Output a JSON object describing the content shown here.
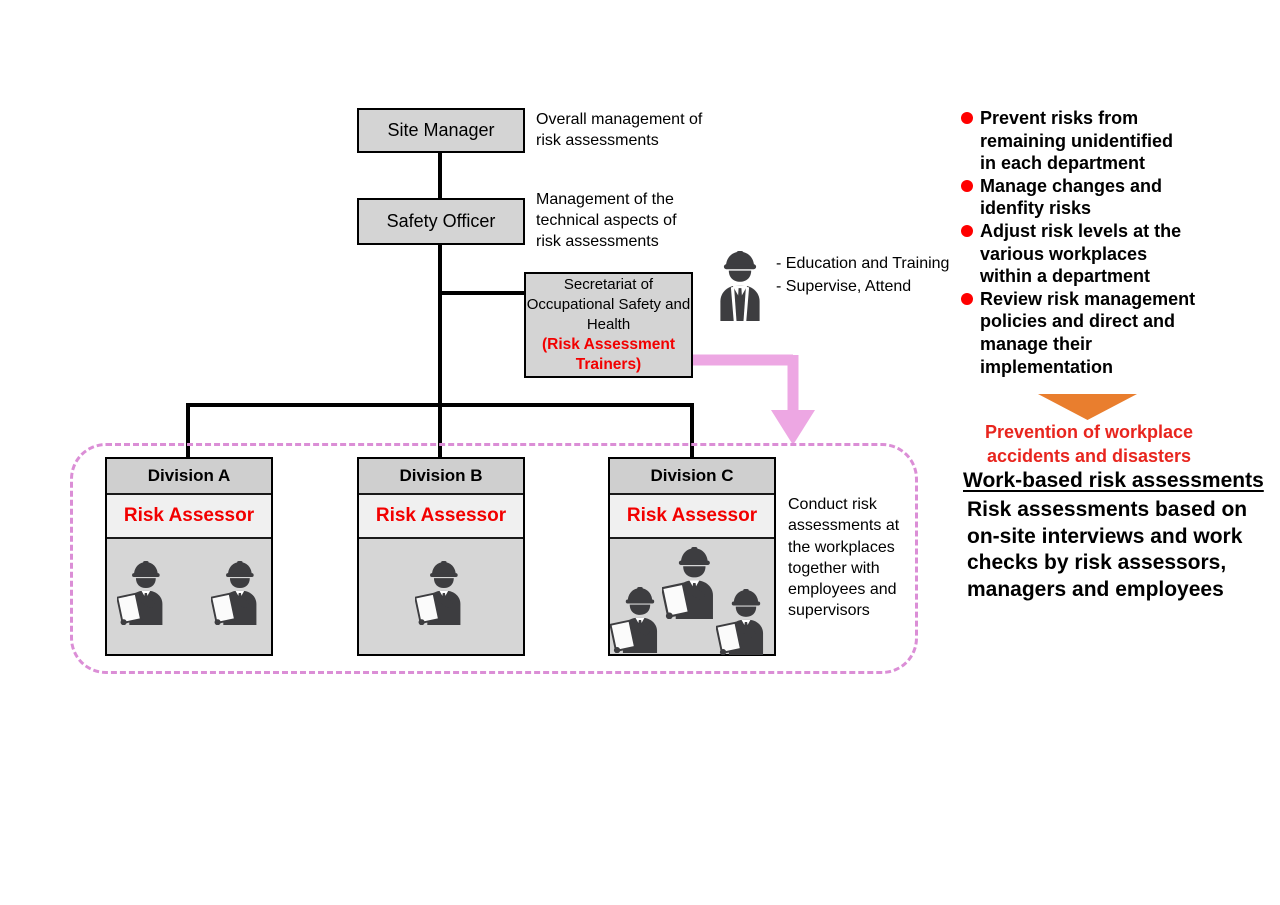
{
  "org": {
    "site_manager": {
      "label": "Site Manager",
      "note": "Overall management of\nrisk assessments"
    },
    "safety_officer": {
      "label": "Safety Officer",
      "note": "Management of the\ntechnical aspects of\nrisk assessments"
    },
    "secretariat": {
      "name": "Secretariat of\nOccupational Safety and\nHealth",
      "subtitle": "(Risk Assessment\nTrainers)",
      "duties": "- Education and Training\n- Supervise, Attend"
    },
    "divisions": [
      {
        "name": "Division A",
        "role": "Risk Assessor",
        "workers": 2
      },
      {
        "name": "Division B",
        "role": "Risk Assessor",
        "workers": 1
      },
      {
        "name": "Division C",
        "role": "Risk Assessor",
        "workers": 3
      }
    ],
    "division_note": "Conduct risk\nassessments at\nthe workplaces\ntogether with\nemployees and\nsupervisors"
  },
  "right_panel": {
    "bullets": [
      "Prevent risks from\nremaining unidentified\nin each department",
      "Manage changes and\nidenfity risks",
      "Adjust risk levels at the\nvarious workplaces\nwithin a department",
      "Review risk management\npolicies and direct and\nmanage their\nimplementation"
    ],
    "outcome": "Prevention of workplace\naccidents and disasters",
    "heading": "Work-based risk assessments",
    "body": [
      "Risk assessments based on",
      "on-site interviews and work",
      "checks by risk assessors,",
      "managers and employees"
    ]
  },
  "icons": {
    "worker_clipboard": "worker-with-hardhat-and-clipboard-icon",
    "worker_plain": "worker-with-hardhat-icon"
  },
  "colors": {
    "box_gray": "#d4d4d4",
    "division_header_gray": "#cfcfcf",
    "role_row_gray": "#f0f0f0",
    "red_text": "#f20000",
    "bullet_red": "#ff0000",
    "outcome_red": "#e8251e",
    "orange_arrow": "#e97e2e",
    "pink_arrow": "#eda7e3",
    "dashed_border_pink": "#db8ed6",
    "line_black": "#000000",
    "icon_dark": "#3d3d40"
  }
}
